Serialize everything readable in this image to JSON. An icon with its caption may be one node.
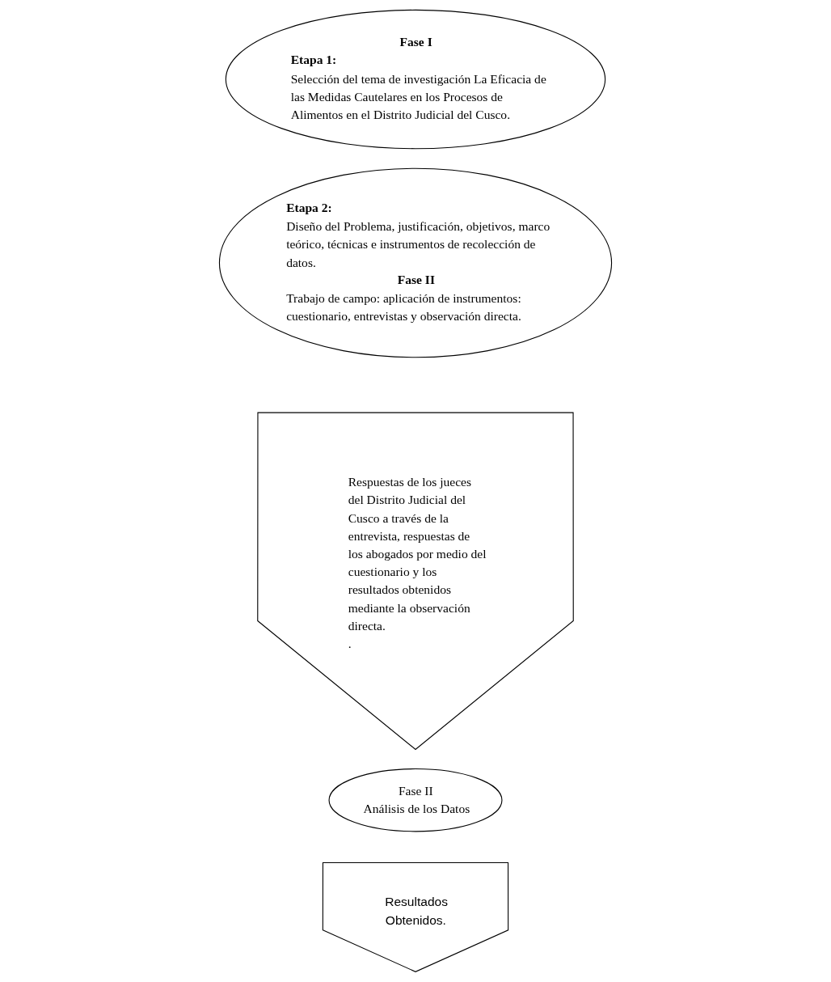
{
  "diagram": {
    "nodes": [
      {
        "text": [
          "Fase I",
          "Etapa 1:",
          "Selección del tema de investigación La Eficacia de las Medidas Cautelares en los Procesos de Alimentos en el Distrito Judicial del Cusco."
        ]
      },
      {
        "text": [
          "Etapa 2:",
          "Diseño del Problema, justificación, objetivos, marco teórico, técnicas e instrumentos de recolección de datos.",
          "Fase II",
          "Trabajo de campo: aplicación de instrumentos: cuestionario, entrevistas y observación directa."
        ]
      },
      {
        "text": [
          "Respuestas de los jueces del Distrito Judicial del Cusco a través de la entrevista, respuestas de los abogados por medio del cuestionario y los resultados obtenidos mediante la observación directa.",
          "."
        ]
      },
      {
        "text": [
          "Fase II",
          "Análisis de los Datos"
        ]
      },
      {
        "text": [
          "Resultados Obtenidos."
        ]
      }
    ]
  }
}
